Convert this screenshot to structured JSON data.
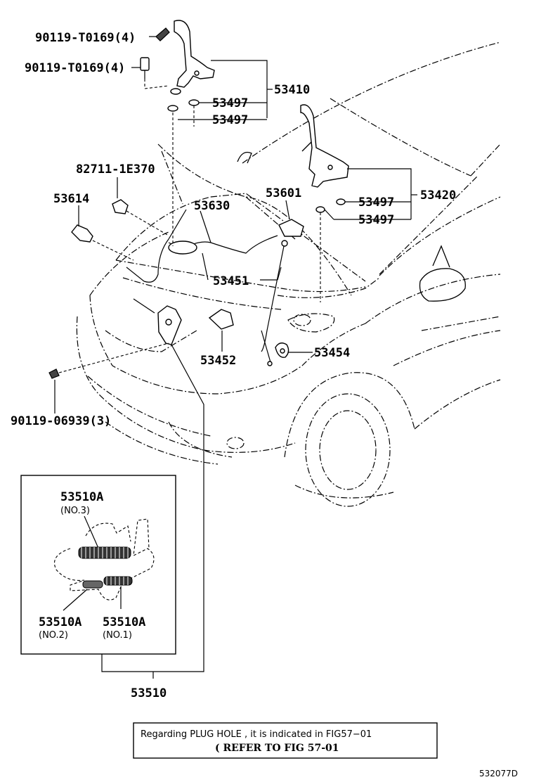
{
  "diagram_id": "532077D",
  "labels": {
    "bolt_top_1": "90119-T0169(4)",
    "bolt_top_2": "90119-T0169(4)",
    "hinge_lh": "53410",
    "washer_lh_1": "53497",
    "washer_lh_2": "53497",
    "clip": "82711-1E370",
    "bracket": "53614",
    "cable_assy": "53630",
    "lock_sub": "53601",
    "support_rod": "53451",
    "hinge_rh": "53420",
    "washer_rh_1": "53497",
    "washer_rh_2": "53497",
    "holder": "53452",
    "cushion": "53454",
    "bolt_lock": "90119-06939(3)",
    "lock_assy": "53510"
  },
  "detail": {
    "part_no3": "53510A",
    "tag_no3": "(NO.3)",
    "part_no2": "53510A",
    "tag_no2": "(NO.2)",
    "part_no1": "53510A",
    "tag_no1": "(NO.1)"
  },
  "note": {
    "line1": "Regarding  PLUG  HOLE  ,  it  is  indicated  in  FIG57−01",
    "line2": "( REFER  TO  FIG  57-01"
  }
}
